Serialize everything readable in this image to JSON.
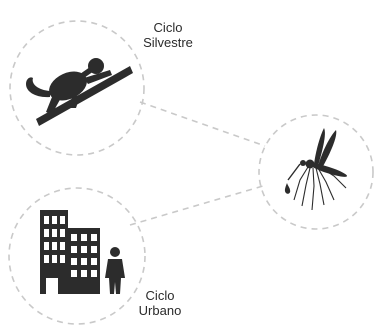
{
  "diagram": {
    "sylvan_cycle": {
      "line1": "Ciclo",
      "line2": "Silvestre",
      "icon": "monkey-icon"
    },
    "urban_cycle": {
      "line1": "Ciclo",
      "line2": "Urbano",
      "icon": "city-person-icon"
    },
    "vector": {
      "icon": "mosquito-icon"
    }
  }
}
